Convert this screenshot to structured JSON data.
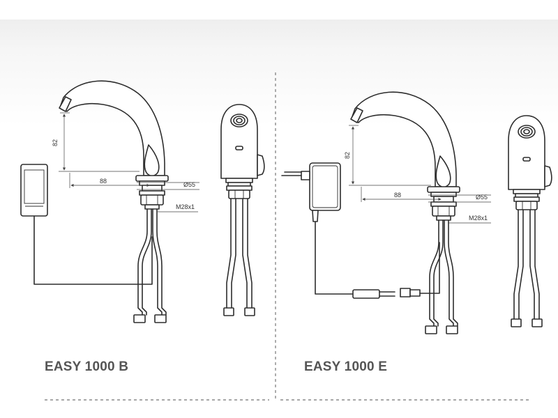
{
  "products": [
    {
      "model": "EASY 1000 B",
      "dimensions": {
        "height": "82",
        "reach": "88",
        "diameter": "Ø55",
        "thread": "M28x1"
      }
    },
    {
      "model": "EASY 1000 E",
      "dimensions": {
        "height": "82",
        "reach": "88",
        "diameter": "Ø55",
        "thread": "M28x1"
      }
    }
  ]
}
